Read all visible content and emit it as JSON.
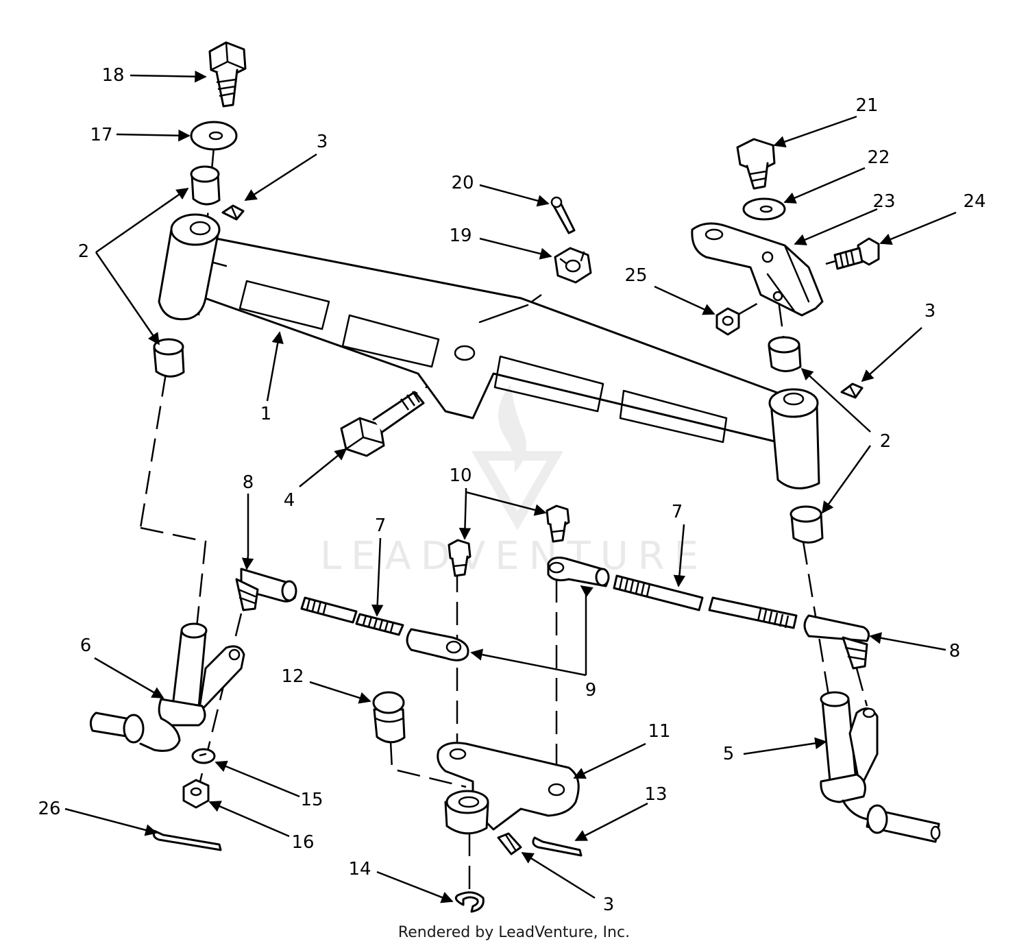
{
  "watermark": {
    "text": "LEADVENTURE"
  },
  "credit": "Rendered by LeadVenture, Inc.",
  "callouts": [
    {
      "id": "c18",
      "text": "18"
    },
    {
      "id": "c17",
      "text": "17"
    },
    {
      "id": "c3a",
      "text": "3"
    },
    {
      "id": "c2a",
      "text": "2"
    },
    {
      "id": "c1",
      "text": "1"
    },
    {
      "id": "c20",
      "text": "20"
    },
    {
      "id": "c19",
      "text": "19"
    },
    {
      "id": "c4",
      "text": "4"
    },
    {
      "id": "c21",
      "text": "21"
    },
    {
      "id": "c22",
      "text": "22"
    },
    {
      "id": "c23",
      "text": "23"
    },
    {
      "id": "c24",
      "text": "24"
    },
    {
      "id": "c25",
      "text": "25"
    },
    {
      "id": "c3b",
      "text": "3"
    },
    {
      "id": "c2b",
      "text": "2"
    },
    {
      "id": "c8a",
      "text": "8"
    },
    {
      "id": "c10",
      "text": "10"
    },
    {
      "id": "c7a",
      "text": "7"
    },
    {
      "id": "c7b",
      "text": "7"
    },
    {
      "id": "c6",
      "text": "6"
    },
    {
      "id": "c9",
      "text": "9"
    },
    {
      "id": "c8b",
      "text": "8"
    },
    {
      "id": "c12",
      "text": "12"
    },
    {
      "id": "c11",
      "text": "11"
    },
    {
      "id": "c5",
      "text": "5"
    },
    {
      "id": "c15",
      "text": "15"
    },
    {
      "id": "c16",
      "text": "16"
    },
    {
      "id": "c13",
      "text": "13"
    },
    {
      "id": "c26",
      "text": "26"
    },
    {
      "id": "c14",
      "text": "14"
    },
    {
      "id": "c3c",
      "text": "3"
    }
  ]
}
